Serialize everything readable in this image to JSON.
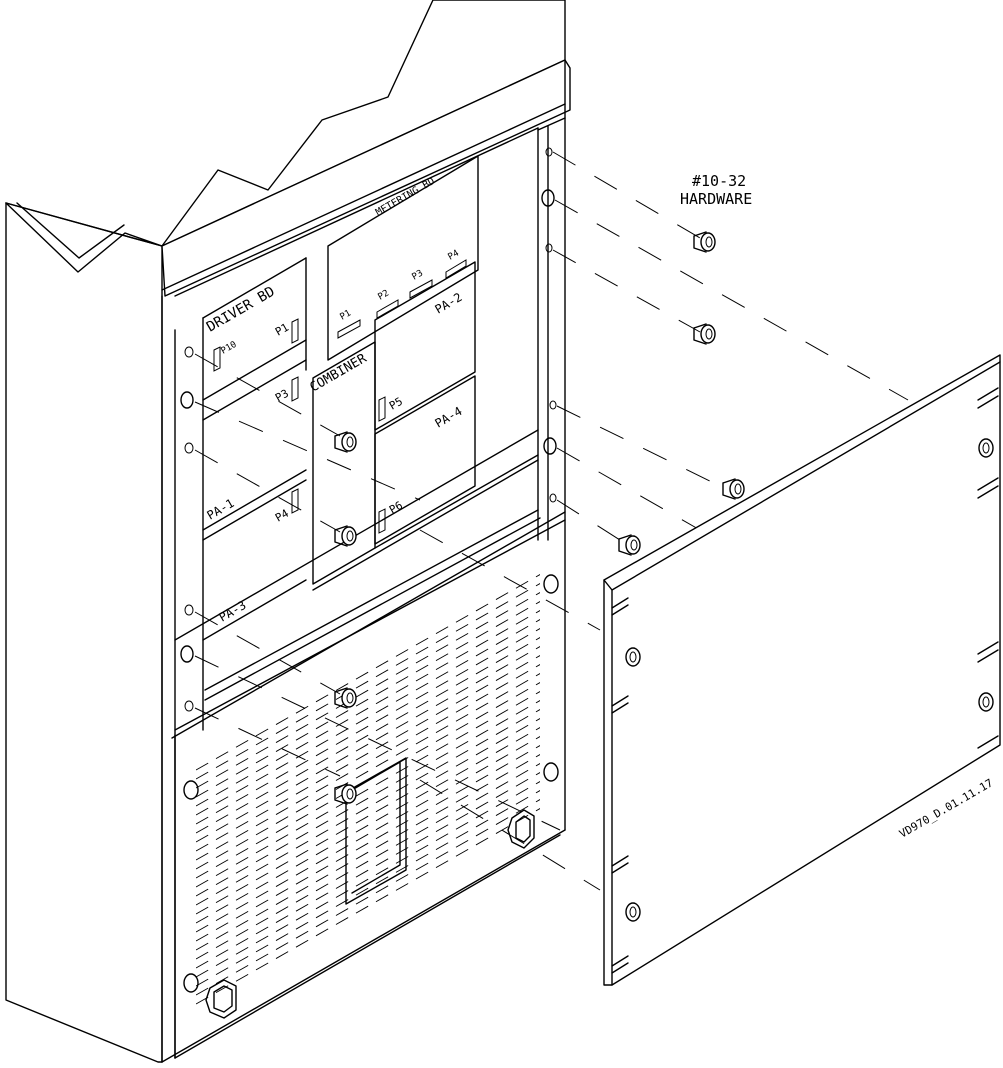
{
  "labels": {
    "hardware_callout_line1": "#10-32",
    "hardware_callout_line2": "HARDWARE",
    "metering_board": "METERING BD",
    "driver_board": "DRIVER BD",
    "combiner": "COMBINER",
    "pa1": "PA-1",
    "pa2": "PA-2",
    "pa3": "PA-3",
    "pa4": "PA-4",
    "p10": "P10",
    "p1_driver": "P1",
    "p3": "P3",
    "p4": "P4",
    "p5": "P5",
    "p6": "P6",
    "m_p1": "P1",
    "m_p2": "P2",
    "m_p3": "P3",
    "m_p4": "P4",
    "drawing_number": "VD970_D.01.11.17"
  }
}
